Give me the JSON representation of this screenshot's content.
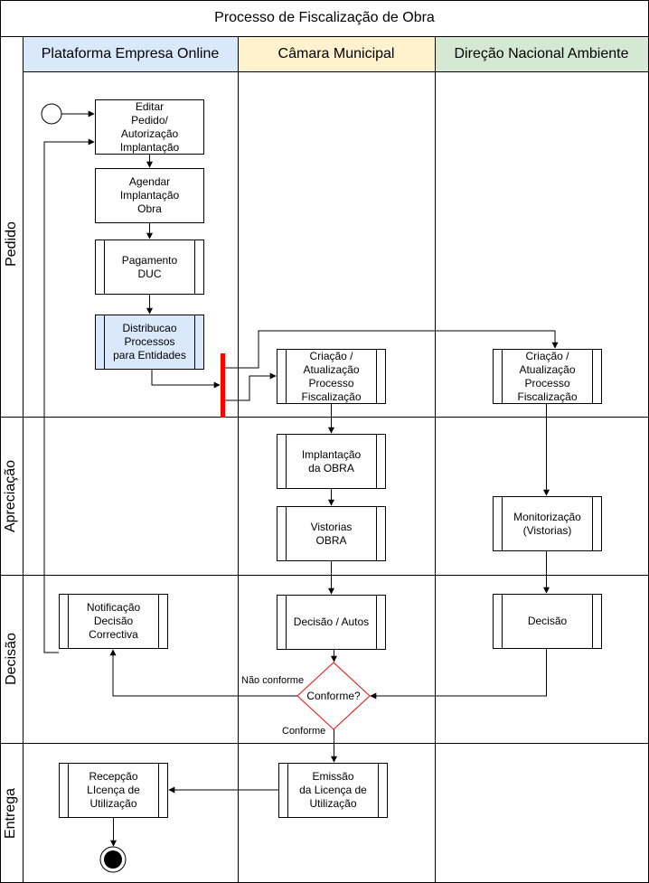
{
  "diagram": {
    "title": "Processo de Fiscalização de Obra",
    "lanes": [
      {
        "label": "Plataforma Empresa Online",
        "color": "#dae8fc"
      },
      {
        "label": "Câmara Municipal",
        "color": "#fff2cc"
      },
      {
        "label": "Direção Nacional Ambiente",
        "color": "#d5e8d4"
      }
    ],
    "phases": [
      {
        "label": "Pedido"
      },
      {
        "label": "Apreciação"
      },
      {
        "label": "Decisão"
      },
      {
        "label": "Entrega"
      }
    ],
    "nodes": {
      "editar": "Editar\nPedido/ Autorização\nImplantação",
      "agendar": "Agendar\nImplantação\nObra",
      "pagamento": "Pagamento\nDUC",
      "distribucao": "Distribucao\nProcessos\npara Entidades",
      "criacao_cm": "Criação /\nAtualização\nProcesso\nFiscalização",
      "criacao_dna": "Criação /\nAtualização\nProcesso\nFiscalização",
      "implantacao": "Implantação\nda OBRA",
      "vistorias": "Vistorias\nOBRA",
      "monitorizacao": "Monitorização\n(Vistorias)",
      "notificacao": "Notificação\nDecisão\nCorrectiva",
      "decisao_autos": "Decisão / Autos",
      "decisao_dna": "Decisão",
      "conforme": "Conforme?",
      "rececao": "Recepção\nLIcença de\nUtilização",
      "emissao": "Emissão\nda Licença de\nUtilização"
    },
    "edge_labels": {
      "nao_conforme": "Não conforme",
      "conforme": "Conforme"
    },
    "colors": {
      "distribucao_fill": "#dae8fc",
      "fork_bar": "#ff0000",
      "decision_stroke": "#ff0000"
    }
  }
}
